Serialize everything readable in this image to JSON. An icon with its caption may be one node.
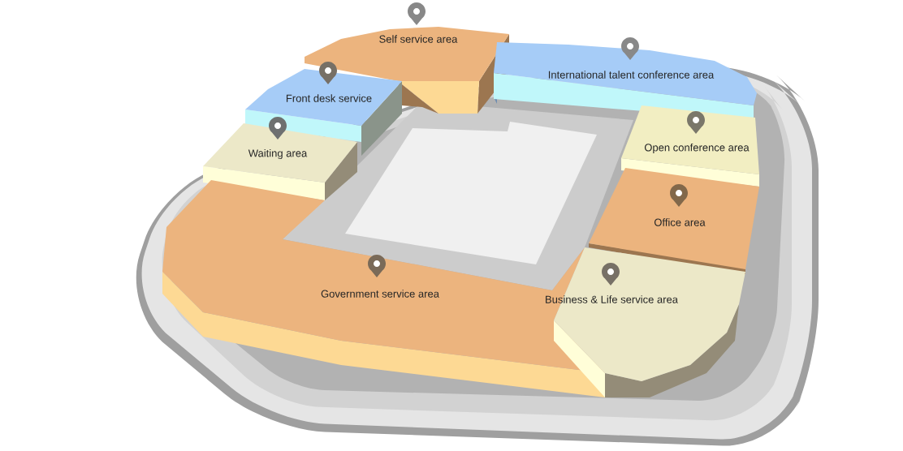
{
  "diagram": {
    "nodes": [
      {
        "text": [
          "Self service area"
        ]
      },
      {
        "text": [
          "International talent conference area"
        ]
      },
      {
        "text": [
          "Front desk service"
        ]
      },
      {
        "text": [
          "Waiting area"
        ]
      },
      {
        "text": [
          "Open conference area"
        ]
      },
      {
        "text": [
          "Office area"
        ]
      },
      {
        "text": [
          "Government service area"
        ]
      },
      {
        "text": [
          "Business & Life service area"
        ]
      }
    ]
  }
}
